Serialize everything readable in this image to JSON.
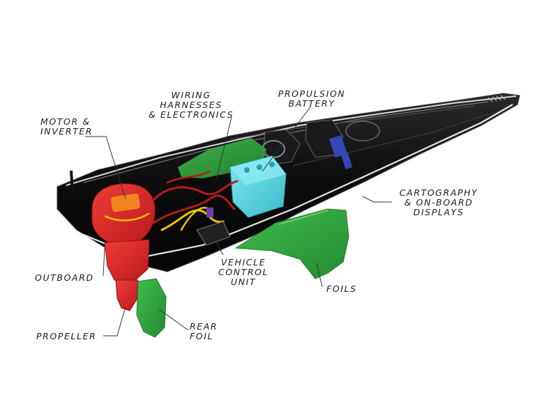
{
  "labels": {
    "motor_inverter": [
      "MOTOR &",
      "INVERTER"
    ],
    "wiring": [
      "WIRING",
      "HARNESSES",
      "& ELECTRONICS"
    ],
    "battery": [
      "PROPULSION",
      "BATTERY"
    ],
    "cartography": [
      "CARTOGRAPHY",
      "& ON-BOARD",
      "DISPLAYS"
    ],
    "outboard": "OUTBOARD",
    "vehicle_control": [
      "VEHICLE",
      "CONTROL",
      "UNIT"
    ],
    "foils": "FOILS",
    "propeller": "PROPELLER",
    "rear_foil": [
      "REAR",
      "FOIL"
    ]
  },
  "colors": {
    "hull": "#0c0c0d",
    "hull_edge": "#d9d9d9",
    "foil_green": "#33a840",
    "battery_cyan": "#58d4e2",
    "motor_red": "#e0262a",
    "wiring_red": "#b51c1c",
    "wiring_yellow": "#f2c300",
    "seat_blue": "#3547b8"
  }
}
